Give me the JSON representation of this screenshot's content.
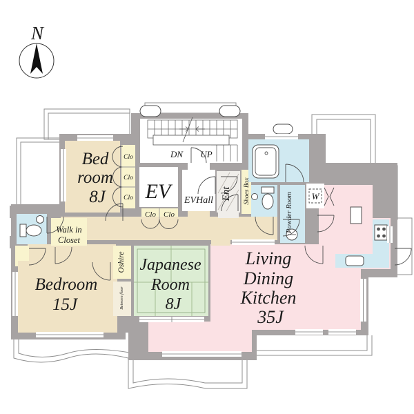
{
  "compass": {
    "north": "N"
  },
  "rooms": {
    "bedroom8": {
      "l1": "Bed",
      "l2": "room",
      "l3": "8J"
    },
    "bedroom15": {
      "l1": "Bedroom",
      "l2": "15J"
    },
    "japanese": {
      "l1": "Japanese",
      "l2": "Room",
      "l3": "8J"
    },
    "ldk": {
      "l1": "Living",
      "l2": "Dining",
      "l3": "Kitchen",
      "l4": "35J"
    },
    "walkin": {
      "l1": "Walk in",
      "l2": "Closet"
    },
    "ev": "EV",
    "evhall": "EVHall",
    "ent": "Ent",
    "shoes": "Shoes Box",
    "powder": "Powder Room",
    "washer": "W",
    "oshire": "Oshire",
    "between": "Between floor",
    "closet": "Clo",
    "stairs_dn": "DN",
    "stairs_up": "UP"
  },
  "colors": {
    "wall": "#a7a3a3",
    "room_beige": "#f0e3c5",
    "closet_yellow": "#f9f4ce",
    "tatami_green": "#dcedd3",
    "ldk_pink": "#fbe1e4",
    "wet_blue": "#d0e9f1"
  }
}
